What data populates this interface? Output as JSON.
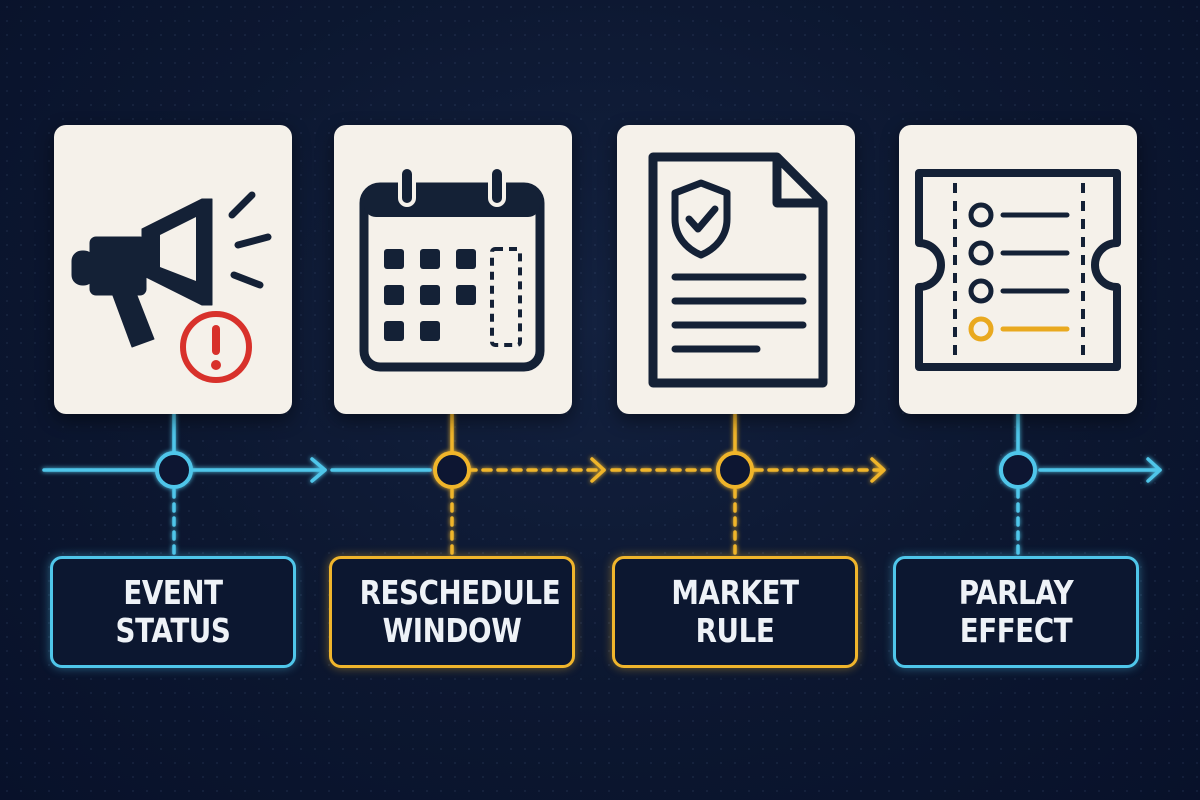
{
  "colors": {
    "background": "#0c1730",
    "card": "#f5f1ea",
    "icon": "#142136",
    "cyan": "#4fc6ea",
    "gold": "#f0b52c",
    "alert": "#d8312b"
  },
  "steps": [
    {
      "label": "EVENT STATUS",
      "icon": "megaphone-alert-icon",
      "accent": "cyan"
    },
    {
      "label": "RESCHEDULE WINDOW",
      "icon": "calendar-icon",
      "accent": "gold"
    },
    {
      "label": "MARKET RULE",
      "icon": "shield-document-icon",
      "accent": "gold"
    },
    {
      "label": "PARLAY EFFECT",
      "icon": "parlay-ticket-icon",
      "accent": "cyan"
    }
  ]
}
